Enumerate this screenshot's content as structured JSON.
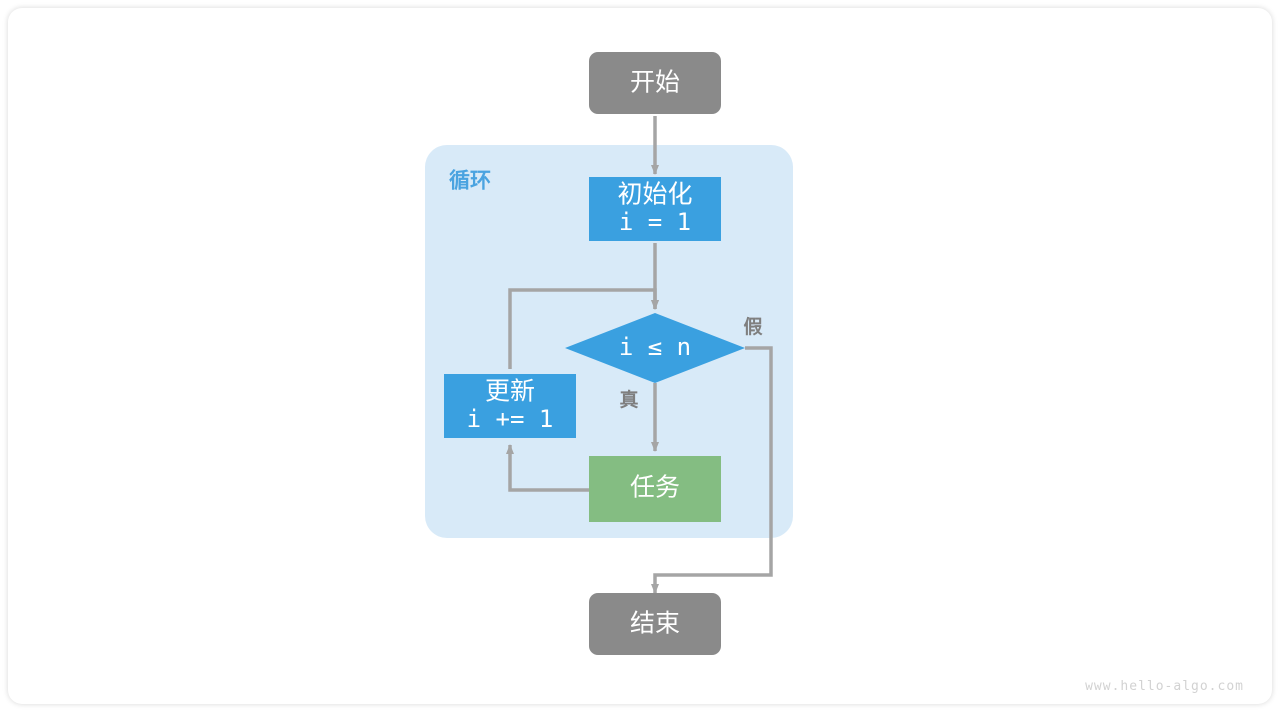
{
  "diagram": {
    "title": "for-loop-flowchart",
    "colors": {
      "terminal": "#8a8a8a",
      "process_blue": "#3aa0e0",
      "task_green": "#84bd82",
      "group_background": "#d8eaf8",
      "group_label": "#4aa3e0",
      "edge": "#a5a5a5",
      "edge_label": "#7f7f7f",
      "node_text": "#ffffff",
      "watermark": "#d2d2d2",
      "page_background": "#ffffff"
    },
    "group": {
      "label": "循环"
    },
    "nodes": {
      "start": {
        "label": "开始",
        "shape": "rounded-rectangle",
        "color": "#8a8a8a"
      },
      "init": {
        "label": "初始化",
        "code": "i = 1",
        "shape": "rectangle",
        "color": "#3aa0e0"
      },
      "condition": {
        "code": "i ≤ n",
        "shape": "diamond",
        "color": "#3aa0e0"
      },
      "task": {
        "label": "任务",
        "shape": "rectangle",
        "color": "#84bd82"
      },
      "update": {
        "label": "更新",
        "code": "i += 1",
        "shape": "rectangle",
        "color": "#3aa0e0"
      },
      "end": {
        "label": "结束",
        "shape": "rounded-rectangle",
        "color": "#8a8a8a"
      }
    },
    "edge_labels": {
      "true": "真",
      "false": "假"
    },
    "watermark": "www.hello-algo.com"
  }
}
